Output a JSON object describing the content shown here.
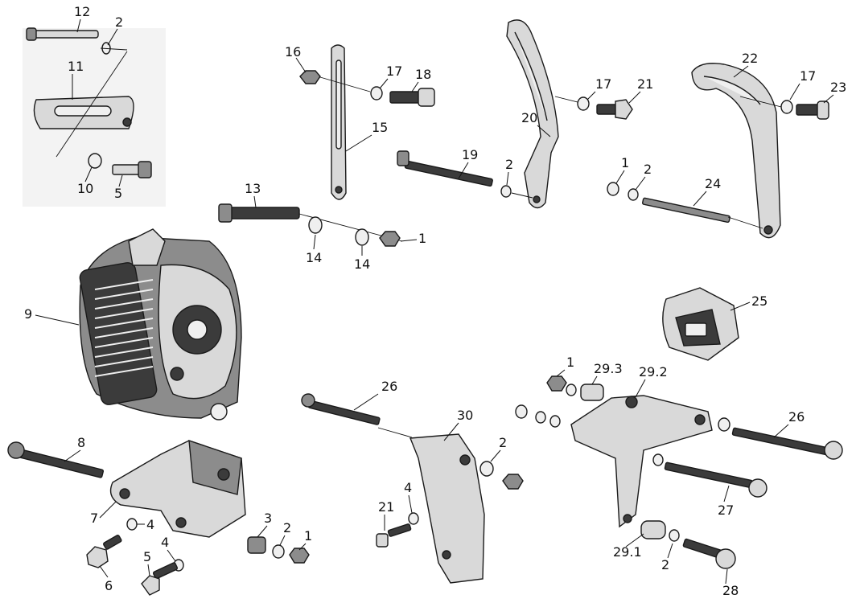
{
  "callouts": {
    "c12": "12",
    "c2a": "2",
    "c11": "11",
    "c10": "10",
    "c5a": "5",
    "c16": "16",
    "c17a": "17",
    "c18": "18",
    "c15": "15",
    "c13": "13",
    "c14a": "14",
    "c14b": "14",
    "c1a": "1",
    "c17b": "17",
    "c21a": "21",
    "c20": "20",
    "c19": "19",
    "c2b": "2",
    "c22": "22",
    "c17c": "17",
    "c23": "23",
    "c1b": "1",
    "c2c": "2",
    "c24": "24",
    "c9": "9",
    "c25": "25",
    "c8": "8",
    "c7": "7",
    "c4a": "4",
    "c6": "6",
    "c5b": "5",
    "c4b": "4",
    "c3": "3",
    "c2d": "2",
    "c1c": "1",
    "c26a": "26",
    "c30": "30",
    "c2e": "2",
    "c4c": "4",
    "c21b": "21",
    "c1d": "1",
    "c293": "29.3",
    "c292": "29.2",
    "c26b": "26",
    "c27": "27",
    "c291": "29.1",
    "c2f": "2",
    "c28": "28"
  }
}
